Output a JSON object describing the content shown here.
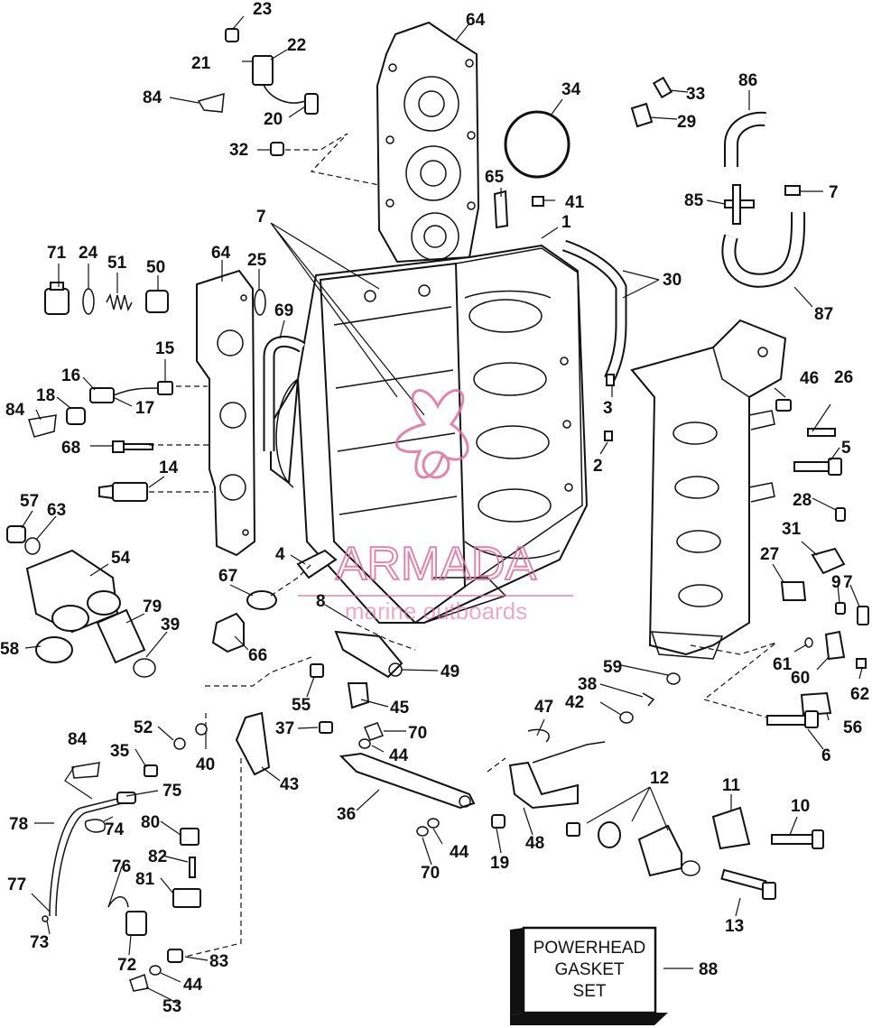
{
  "callouts": [
    {
      "id": "c1",
      "label": "1"
    },
    {
      "id": "c2",
      "label": "2"
    },
    {
      "id": "c3",
      "label": "3"
    },
    {
      "id": "c4",
      "label": "4"
    },
    {
      "id": "c5",
      "label": "5"
    },
    {
      "id": "c6",
      "label": "6"
    },
    {
      "id": "c7a",
      "label": "7"
    },
    {
      "id": "c7b",
      "label": "7"
    },
    {
      "id": "c7c",
      "label": "7"
    },
    {
      "id": "c8",
      "label": "8"
    },
    {
      "id": "c9",
      "label": "9"
    },
    {
      "id": "c10",
      "label": "10"
    },
    {
      "id": "c11",
      "label": "11"
    },
    {
      "id": "c12",
      "label": "12"
    },
    {
      "id": "c13",
      "label": "13"
    },
    {
      "id": "c14",
      "label": "14"
    },
    {
      "id": "c15",
      "label": "15"
    },
    {
      "id": "c16",
      "label": "16"
    },
    {
      "id": "c17",
      "label": "17"
    },
    {
      "id": "c18",
      "label": "18"
    },
    {
      "id": "c19",
      "label": "19"
    },
    {
      "id": "c20",
      "label": "20"
    },
    {
      "id": "c21",
      "label": "21"
    },
    {
      "id": "c22",
      "label": "22"
    },
    {
      "id": "c23",
      "label": "23"
    },
    {
      "id": "c24",
      "label": "24"
    },
    {
      "id": "c25",
      "label": "25"
    },
    {
      "id": "c26",
      "label": "26"
    },
    {
      "id": "c27",
      "label": "27"
    },
    {
      "id": "c28",
      "label": "28"
    },
    {
      "id": "c29",
      "label": "29"
    },
    {
      "id": "c30",
      "label": "30"
    },
    {
      "id": "c31",
      "label": "31"
    },
    {
      "id": "c32",
      "label": "32"
    },
    {
      "id": "c33",
      "label": "33"
    },
    {
      "id": "c34",
      "label": "34"
    },
    {
      "id": "c35",
      "label": "35"
    },
    {
      "id": "c36",
      "label": "36"
    },
    {
      "id": "c37",
      "label": "37"
    },
    {
      "id": "c38",
      "label": "38"
    },
    {
      "id": "c39",
      "label": "39"
    },
    {
      "id": "c40",
      "label": "40"
    },
    {
      "id": "c41",
      "label": "41"
    },
    {
      "id": "c42",
      "label": "42"
    },
    {
      "id": "c43",
      "label": "43"
    },
    {
      "id": "c44a",
      "label": "44"
    },
    {
      "id": "c44b",
      "label": "44"
    },
    {
      "id": "c44c",
      "label": "44"
    },
    {
      "id": "c45",
      "label": "45"
    },
    {
      "id": "c46",
      "label": "46"
    },
    {
      "id": "c47",
      "label": "47"
    },
    {
      "id": "c48",
      "label": "48"
    },
    {
      "id": "c49",
      "label": "49"
    },
    {
      "id": "c50",
      "label": "50"
    },
    {
      "id": "c51",
      "label": "51"
    },
    {
      "id": "c52",
      "label": "52"
    },
    {
      "id": "c53",
      "label": "53"
    },
    {
      "id": "c54",
      "label": "54"
    },
    {
      "id": "c55",
      "label": "55"
    },
    {
      "id": "c56",
      "label": "56"
    },
    {
      "id": "c57",
      "label": "57"
    },
    {
      "id": "c58",
      "label": "58"
    },
    {
      "id": "c59",
      "label": "59"
    },
    {
      "id": "c60",
      "label": "60"
    },
    {
      "id": "c61",
      "label": "61"
    },
    {
      "id": "c62",
      "label": "62"
    },
    {
      "id": "c63",
      "label": "63"
    },
    {
      "id": "c64a",
      "label": "64"
    },
    {
      "id": "c64b",
      "label": "64"
    },
    {
      "id": "c65",
      "label": "65"
    },
    {
      "id": "c66",
      "label": "66"
    },
    {
      "id": "c67",
      "label": "67"
    },
    {
      "id": "c68",
      "label": "68"
    },
    {
      "id": "c69",
      "label": "69"
    },
    {
      "id": "c70a",
      "label": "70"
    },
    {
      "id": "c70b",
      "label": "70"
    },
    {
      "id": "c71",
      "label": "71"
    },
    {
      "id": "c72",
      "label": "72"
    },
    {
      "id": "c73",
      "label": "73"
    },
    {
      "id": "c74",
      "label": "74"
    },
    {
      "id": "c75",
      "label": "75"
    },
    {
      "id": "c76",
      "label": "76"
    },
    {
      "id": "c77",
      "label": "77"
    },
    {
      "id": "c78",
      "label": "78"
    },
    {
      "id": "c79",
      "label": "79"
    },
    {
      "id": "c80",
      "label": "80"
    },
    {
      "id": "c81",
      "label": "81"
    },
    {
      "id": "c82",
      "label": "82"
    },
    {
      "id": "c83",
      "label": "83"
    },
    {
      "id": "c84a",
      "label": "84"
    },
    {
      "id": "c84b",
      "label": "84"
    },
    {
      "id": "c84c",
      "label": "84"
    },
    {
      "id": "c85",
      "label": "85"
    },
    {
      "id": "c86",
      "label": "86"
    },
    {
      "id": "c87",
      "label": "87"
    },
    {
      "id": "c88",
      "label": "88"
    }
  ],
  "gasket_box": {
    "line1": "POWERHEAD",
    "line2": "GASKET",
    "line3": "SET"
  },
  "watermark": {
    "brand": "ARMADA",
    "tagline": "marine outboards",
    "color": "#d9739e"
  },
  "colors": {
    "ink": "#111111",
    "paper": "#ffffff"
  }
}
